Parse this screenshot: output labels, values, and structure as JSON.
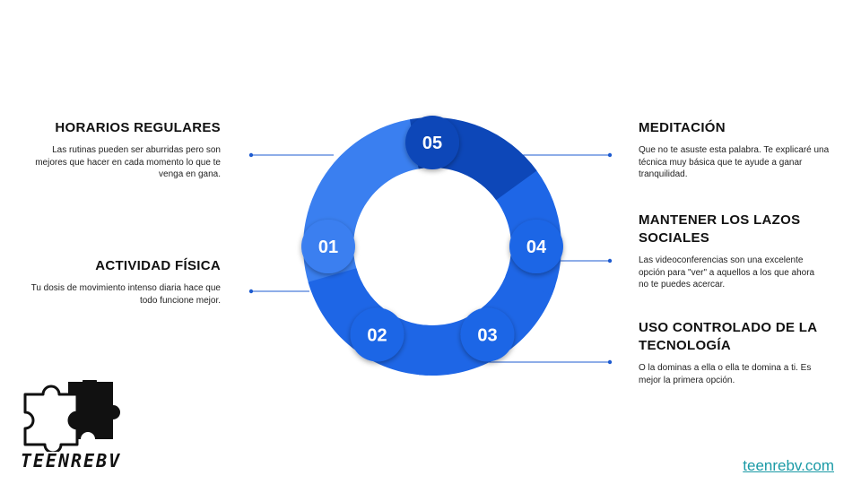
{
  "colors": {
    "ring_light": "#3a7ff0",
    "ring_mid": "#1e66e6",
    "ring_dark": "#0d47b8",
    "link": "#1a9aa6"
  },
  "steps": [
    {
      "num": "01",
      "title": "HORARIOS REGULARES",
      "text": "Las rutinas pueden ser aburridas pero son mejores que hacer en cada momento lo que te venga en gana."
    },
    {
      "num": "02",
      "title": "ACTIVIDAD FÍSICA",
      "text": "Tu dosis de movimiento intenso diaria hace que todo funcione mejor."
    },
    {
      "num": "03",
      "title": "USO CONTROLADO DE LA TECNOLOGÍA",
      "text": "O la dominas a ella o ella te domina a ti. Es mejor la primera opción."
    },
    {
      "num": "04",
      "title": "MANTENER LOS LAZOS SOCIALES",
      "text": "Las videoconferencias son una excelente opción para \"ver\" a aquellos a los que ahora no te puedes acercar."
    },
    {
      "num": "05",
      "title": "MEDITACIÓN",
      "text": "Que no te asuste esta palabra. Te explicaré una técnica muy básica que te ayude a ganar tranquilidad."
    }
  ],
  "logo": {
    "text": "TEENREBV",
    "icon": "puzzle-pieces-icon"
  },
  "footer": {
    "link": "teenrebv.com"
  }
}
